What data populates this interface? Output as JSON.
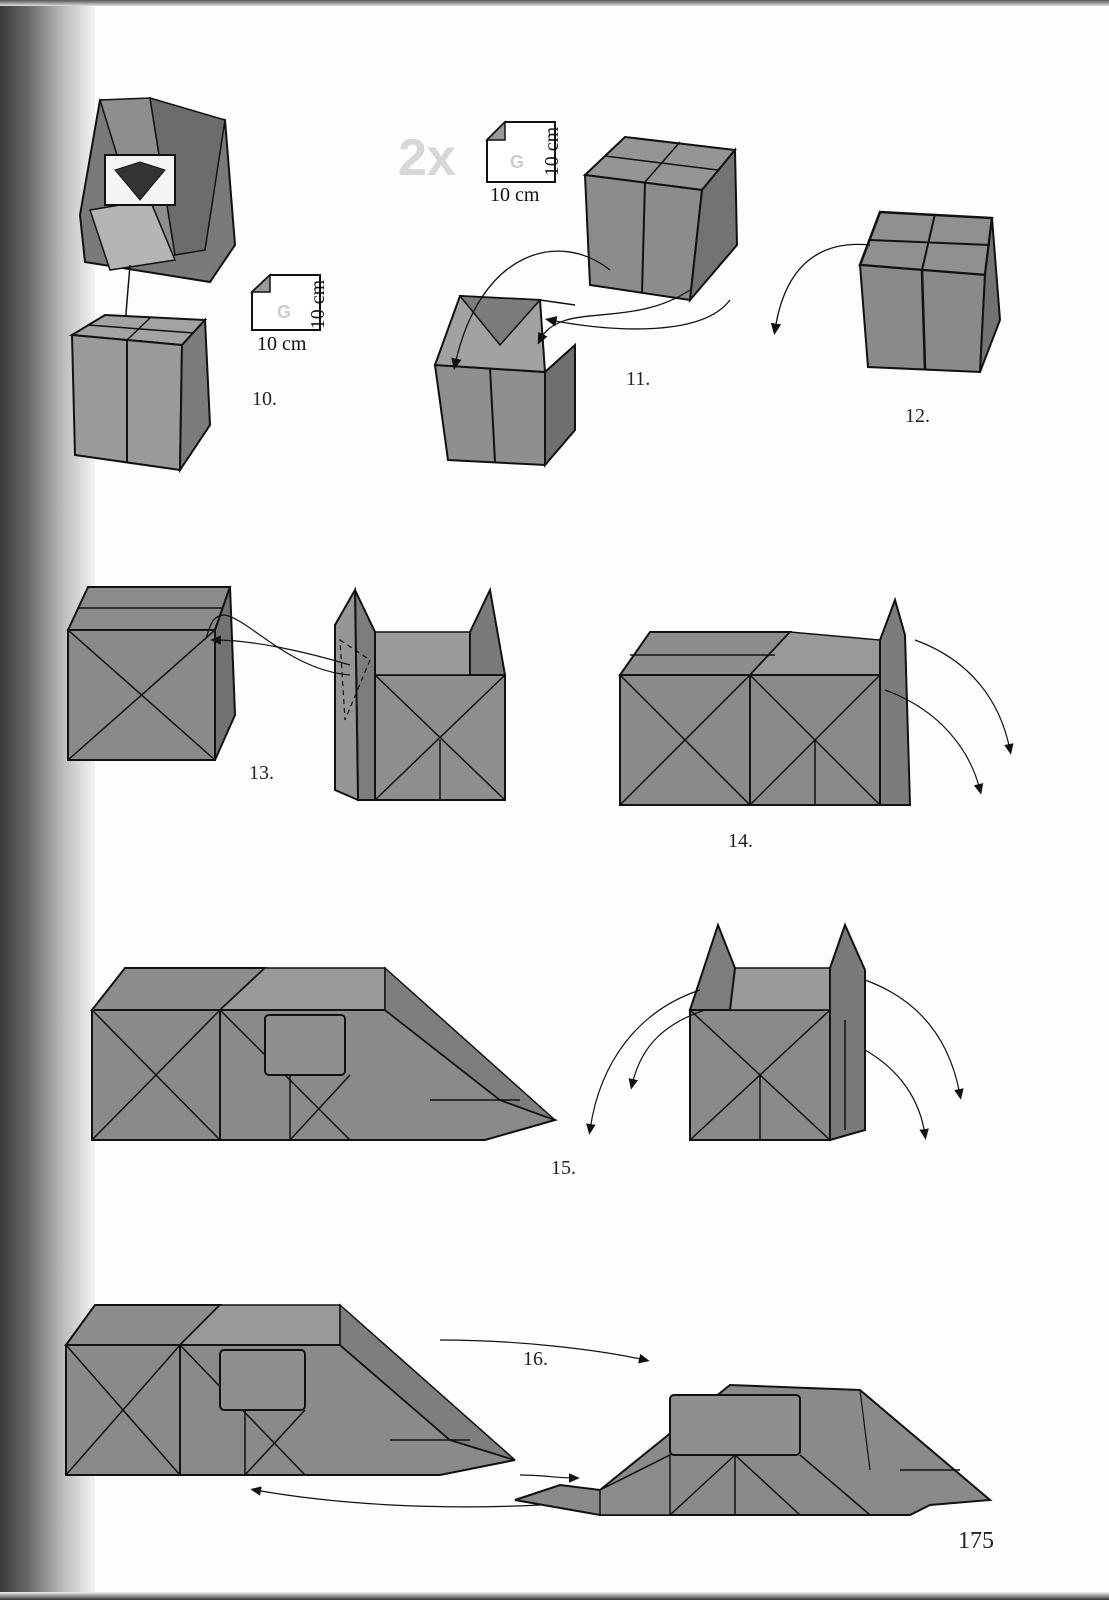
{
  "steps": [
    {
      "label": "10."
    },
    {
      "label": "11."
    },
    {
      "label": "12."
    },
    {
      "label": "13."
    },
    {
      "label": "14."
    },
    {
      "label": "15."
    },
    {
      "label": "16."
    }
  ],
  "paper_specs": [
    {
      "letter": "G",
      "width": "10 cm",
      "height": "10 cm"
    },
    {
      "letter": "G",
      "width": "10 cm",
      "height": "10 cm",
      "quantity": "2x"
    }
  ],
  "page_number": "175",
  "colors": {
    "paper": "#8a8a8a",
    "paper_dark": "#6e6e6e",
    "paper_light": "#a8a8a8",
    "line": "#111111"
  }
}
